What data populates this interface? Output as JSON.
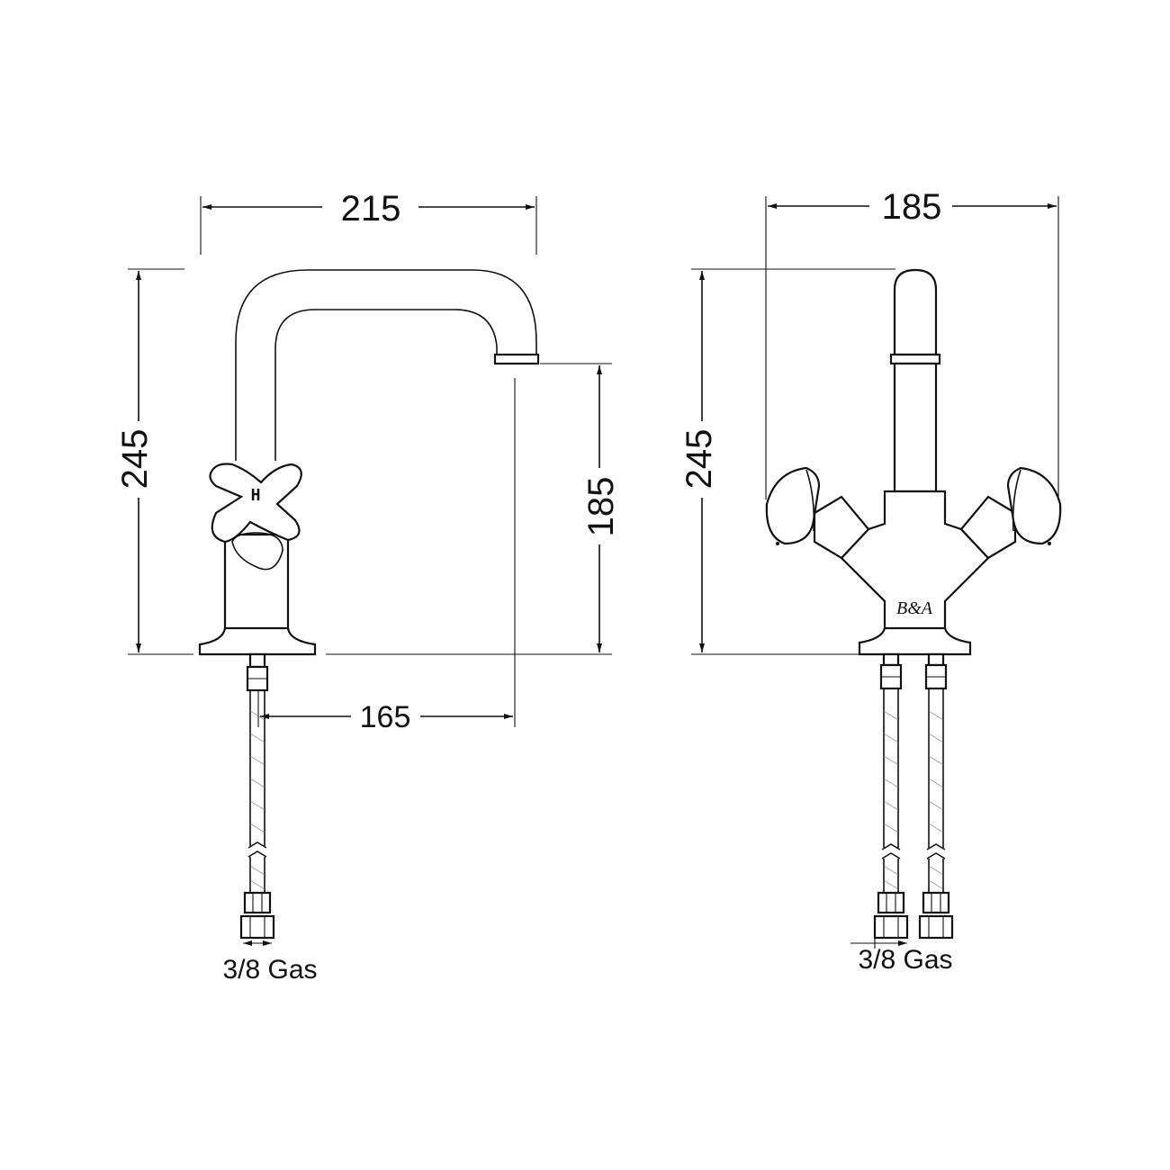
{
  "side_view": {
    "width_dim": "215",
    "height_dim": "245",
    "spout_height_dim": "185",
    "reach_dim": "165",
    "handle_label": "H",
    "connection_label": "3/8 Gas"
  },
  "front_view": {
    "width_dim": "185",
    "height_dim": "245",
    "logo_text": "B&A",
    "connection_label": "3/8 Gas"
  },
  "colors": {
    "line": "#111111",
    "background": "#ffffff"
  }
}
